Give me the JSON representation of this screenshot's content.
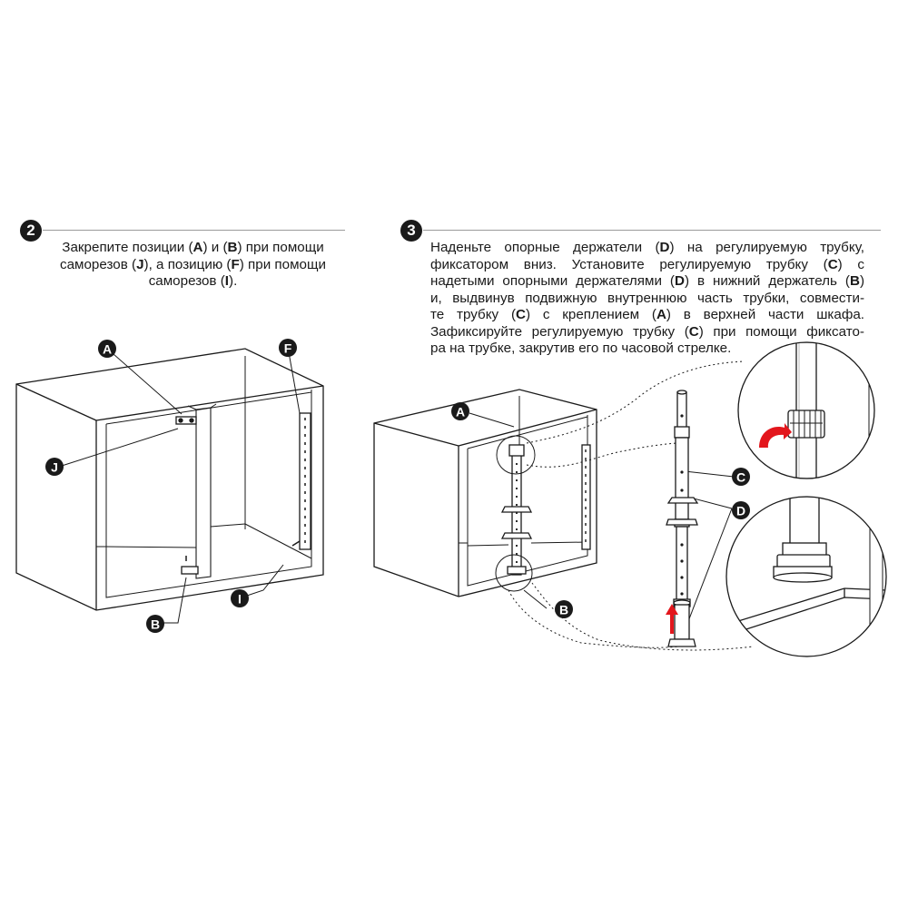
{
  "step2": {
    "number": "2",
    "lines": [
      [
        "Закрепите позиции (",
        "A",
        ") и (",
        "B",
        ") при помощи"
      ],
      [
        "саморезов (",
        "J",
        "), а позицию (",
        "F",
        ") при помощи"
      ],
      [
        "саморезов (",
        "I",
        ")."
      ]
    ]
  },
  "step3": {
    "number": "3",
    "lines": [
      [
        "Наденьте опорные держатели (",
        "D",
        ") на регулируемую трубку,"
      ],
      [
        "фиксатором вниз. Установите регулируемую трубку (",
        "C",
        ") с"
      ],
      [
        "надетыми опорными держателями (",
        "D",
        ") в нижний держатель (",
        "B",
        ")"
      ],
      [
        "и, выдвинув подвижную внутреннюю часть трубки, совмести-"
      ],
      [
        "те трубку (",
        "C",
        ") с креплением (",
        "A",
        ") в верхней части шкафа."
      ],
      [
        "Зафиксируйте регулируемую трубку (",
        "C",
        ") при помощи фиксато-"
      ],
      [
        "ра на трубке, закрутив его по часовой стрелке."
      ]
    ]
  },
  "callouts": {
    "left": [
      "A",
      "J",
      "F",
      "I",
      "B"
    ],
    "right": [
      "A",
      "B",
      "C",
      "D"
    ]
  },
  "colors": {
    "ink": "#1a1a1a",
    "arrow": "#e3161c"
  }
}
